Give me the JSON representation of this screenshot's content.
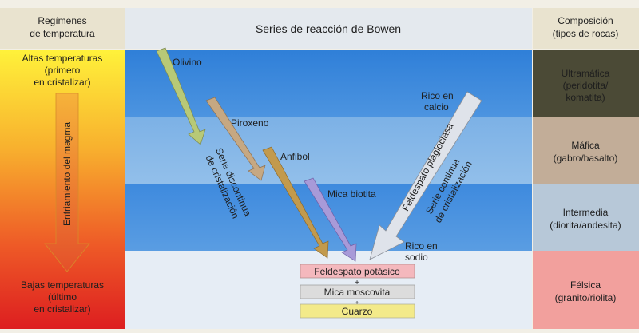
{
  "headers": {
    "left": [
      "Regímenes",
      "de temperatura"
    ],
    "center": "Series de reacción de Bowen",
    "right": [
      "Composición",
      "(tipos de rocas)"
    ]
  },
  "temperature": {
    "high": [
      "Altas temperaturas",
      "(primero",
      "en cristalizar)"
    ],
    "cooling": "Enfriamiento del magma",
    "low": [
      "Bajas temperaturas",
      "(último",
      "en cristalizar)"
    ]
  },
  "minerals": {
    "olivino": "Olivino",
    "piroxeno": "Piroxeno",
    "anfibol": "Anfibol",
    "mica_biotita": "Mica biotita",
    "rico_calcio": [
      "Rico en",
      "calcio"
    ],
    "rico_sodio": [
      "Rico en",
      "sodio"
    ],
    "feldespato_potasico": "Feldespato potásico",
    "mica_moscovita": "Mica moscovita",
    "cuarzo": "Cuarzo",
    "plus": "+"
  },
  "series": {
    "discontinua": [
      "Serie discontinua",
      "de cristalización"
    ],
    "plagioclasa": "Feldespato plagioclasa",
    "continua": [
      "Serie continua",
      "de cristalización"
    ]
  },
  "composition": {
    "ultramafica": [
      "Ultramáfica",
      "(peridotita/",
      "komatita)"
    ],
    "mafica": [
      "Máfica",
      "(gabro/basalto)"
    ],
    "intermedia": [
      "Intermedia",
      "(diorita/andesita)"
    ],
    "felsica": [
      "Félsica",
      "(granito/riolita)"
    ]
  },
  "colors": {
    "arrow_olivino": "#b8c977",
    "arrow_piroxeno": "#c6a882",
    "arrow_anfibol": "#c29a4d",
    "arrow_biotita": "#a89ad8",
    "arrow_plagioclasa": "#dfe3ea",
    "box_feldespato": "#f4b8bd",
    "box_mica": "#dcdcdc",
    "box_cuarzo": "#f3ea8a"
  }
}
